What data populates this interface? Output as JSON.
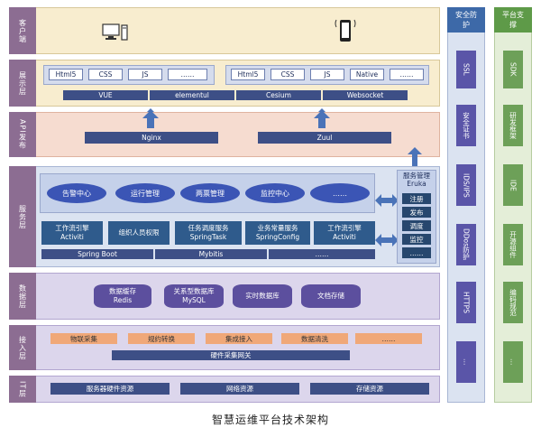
{
  "layers": {
    "client": "客户端",
    "display": "展示层",
    "api": "API发布",
    "service": "服务层",
    "data": "数据层",
    "access": "接入层",
    "it": "IT层"
  },
  "display": {
    "left_tags": [
      "Html5",
      "CSS",
      "JS",
      "……"
    ],
    "right_tags": [
      "Html5",
      "CSS",
      "JS",
      "Native",
      "……"
    ],
    "frameworks": [
      "VUE",
      "elementul",
      "Cesium",
      "Websocket"
    ]
  },
  "api": {
    "nginx": "Nginx",
    "zuul": "Zuul"
  },
  "service": {
    "ovals": [
      "告警中心",
      "运行管理",
      "两票管理",
      "监控中心",
      "……"
    ],
    "boxes": [
      {
        "l1": "工作流引擎",
        "l2": "Activiti"
      },
      {
        "l1": "组织人员权限",
        "l2": ""
      },
      {
        "l1": "任务调度服务",
        "l2": "SpringTask"
      },
      {
        "l1": "业务常量服务",
        "l2": "SpringConfig"
      },
      {
        "l1": "工作流引擎",
        "l2": "Activiti"
      }
    ],
    "bottom": [
      "Spring Boot",
      "Mybitis",
      "……"
    ],
    "registry_title": "服务管理",
    "registry_sub": "Eruka",
    "registry_items": [
      "注册",
      "发布",
      "调度",
      "监控",
      "……"
    ]
  },
  "data": {
    "stores": [
      {
        "l1": "数据缓存",
        "l2": "Redis"
      },
      {
        "l1": "关系型数据库",
        "l2": "MySQL"
      },
      {
        "l1": "实时数据库",
        "l2": ""
      },
      {
        "l1": "文档存储",
        "l2": ""
      }
    ]
  },
  "access": {
    "items": [
      "物联采集",
      "规约转换",
      "集成接入",
      "数据清洗",
      "……"
    ],
    "gateway": "硬件采集网关"
  },
  "it": {
    "items": [
      "服务器硬件资源",
      "网络资源",
      "存储资源"
    ]
  },
  "security": {
    "title": "安全防护",
    "items": [
      "SSL",
      "安全证书",
      "IDS/IPS",
      "DDos防护",
      "HTTPS",
      "…"
    ]
  },
  "platform": {
    "title": "平台支撑",
    "items": [
      "SDK",
      "研发框架",
      "IDE",
      "开源组件",
      "编码规范",
      "…"
    ]
  },
  "caption": "智慧运维平台技术架构"
}
